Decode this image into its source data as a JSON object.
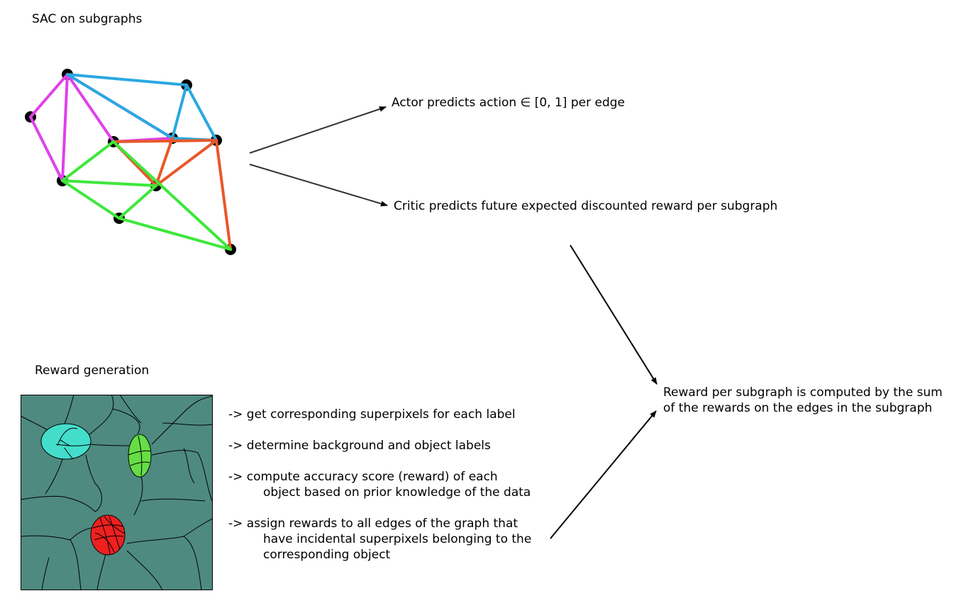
{
  "titles": {
    "sac": "SAC on subgraphs",
    "reward_generation": "Reward generation"
  },
  "actor": "Actor predicts action ∈ [0,  1] per edge",
  "critic": "Critic predicts future expected discounted reward per subgraph",
  "reward_sum": [
    "Reward per subgraph is computed by the sum",
    "of the rewards on the edges in the subgraph"
  ],
  "steps": [
    [
      "-> get corresponding superpixels for each label"
    ],
    [
      "-> determine background and object labels"
    ],
    [
      "-> compute accuracy score (reward) of each",
      "object based on prior knowledge of the data"
    ],
    [
      "-> assign rewards to all edges of the graph that",
      "have incidental superpixels belonging to the",
      "corresponding object"
    ]
  ],
  "colors": {
    "magenta": "#e040ea",
    "blue": "#2aa8e0",
    "orange": "#e8582a",
    "green": "#3de83a",
    "node": "#000000",
    "arrow": "#333333",
    "background_segment": "#4e8a80",
    "cyan_object": "#44ddcc",
    "green_object": "#66dd44",
    "red_object": "#ee2020"
  }
}
